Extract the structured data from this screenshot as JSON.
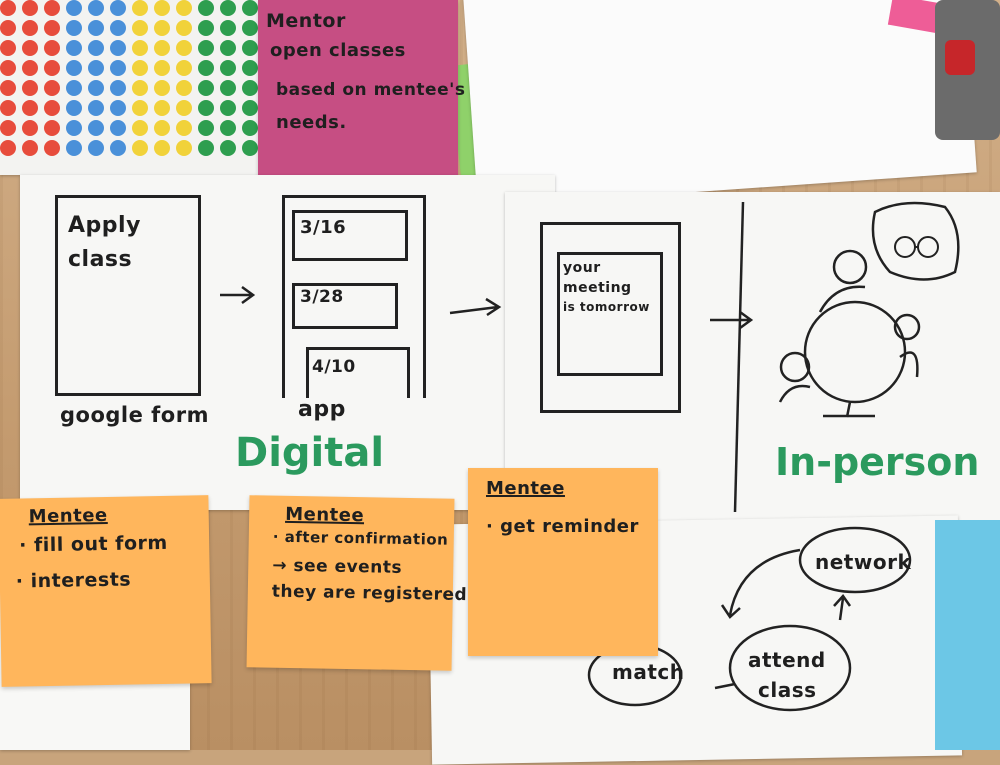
{
  "stickies": {
    "mentor": {
      "heading": "Mentor",
      "lines": [
        "open classes",
        "based on mentee's",
        "needs."
      ]
    },
    "mentee_1": {
      "heading": "Mentee",
      "lines": [
        "· fill out form",
        "· interests"
      ]
    },
    "mentee_2": {
      "heading": "Mentee",
      "lines": [
        "· after confirmation",
        "→ see events",
        "they are registered"
      ]
    },
    "mentee_3": {
      "heading": "Mentee",
      "lines": [
        "· get reminder"
      ]
    }
  },
  "sketch_digital": {
    "form_text_1": "Apply",
    "form_text_2": "class",
    "form_caption": "google form",
    "app_dates": [
      "3/16",
      "3/28",
      "4/10"
    ],
    "app_caption": "app",
    "section_label": "Digital"
  },
  "sketch_reminder": {
    "screen_text": [
      "your",
      "meeting",
      "is tomorrow"
    ],
    "section_label": "In-person"
  },
  "cycle": {
    "nodes": [
      "match",
      "attend",
      "class",
      "network"
    ]
  },
  "colors": {
    "orange_sticky": "#ffb65c",
    "magenta_sticky": "#c64e83",
    "green_marker": "#2b9a5e",
    "green_sticky": "#8fd16a",
    "blue_sticky": "#6cc7e6"
  }
}
